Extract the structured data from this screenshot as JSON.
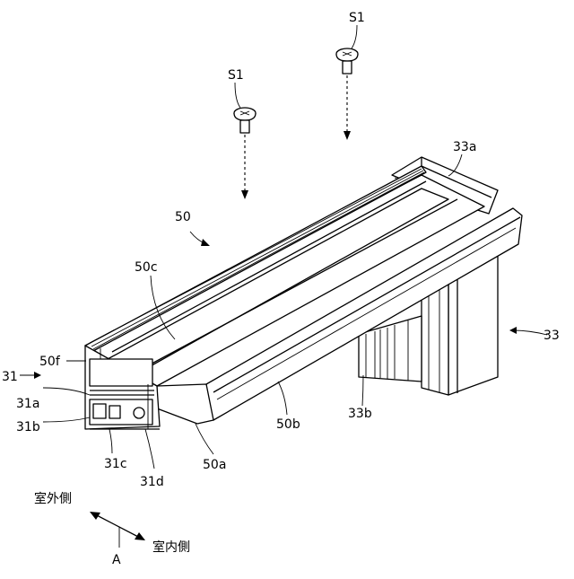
{
  "labels": {
    "s1_left": "S1",
    "s1_right": "S1",
    "n50": "50",
    "n50c": "50c",
    "n50f": "50f",
    "n31": "31",
    "n31a": "31a",
    "n31b": "31b",
    "n31c": "31c",
    "n31d": "31d",
    "n50a": "50a",
    "n50b": "50b",
    "n33b": "33b",
    "n33": "33",
    "n33a": "33a"
  },
  "orientation": {
    "outdoor": "室外側",
    "indoor": "室内側",
    "axis": "A"
  }
}
